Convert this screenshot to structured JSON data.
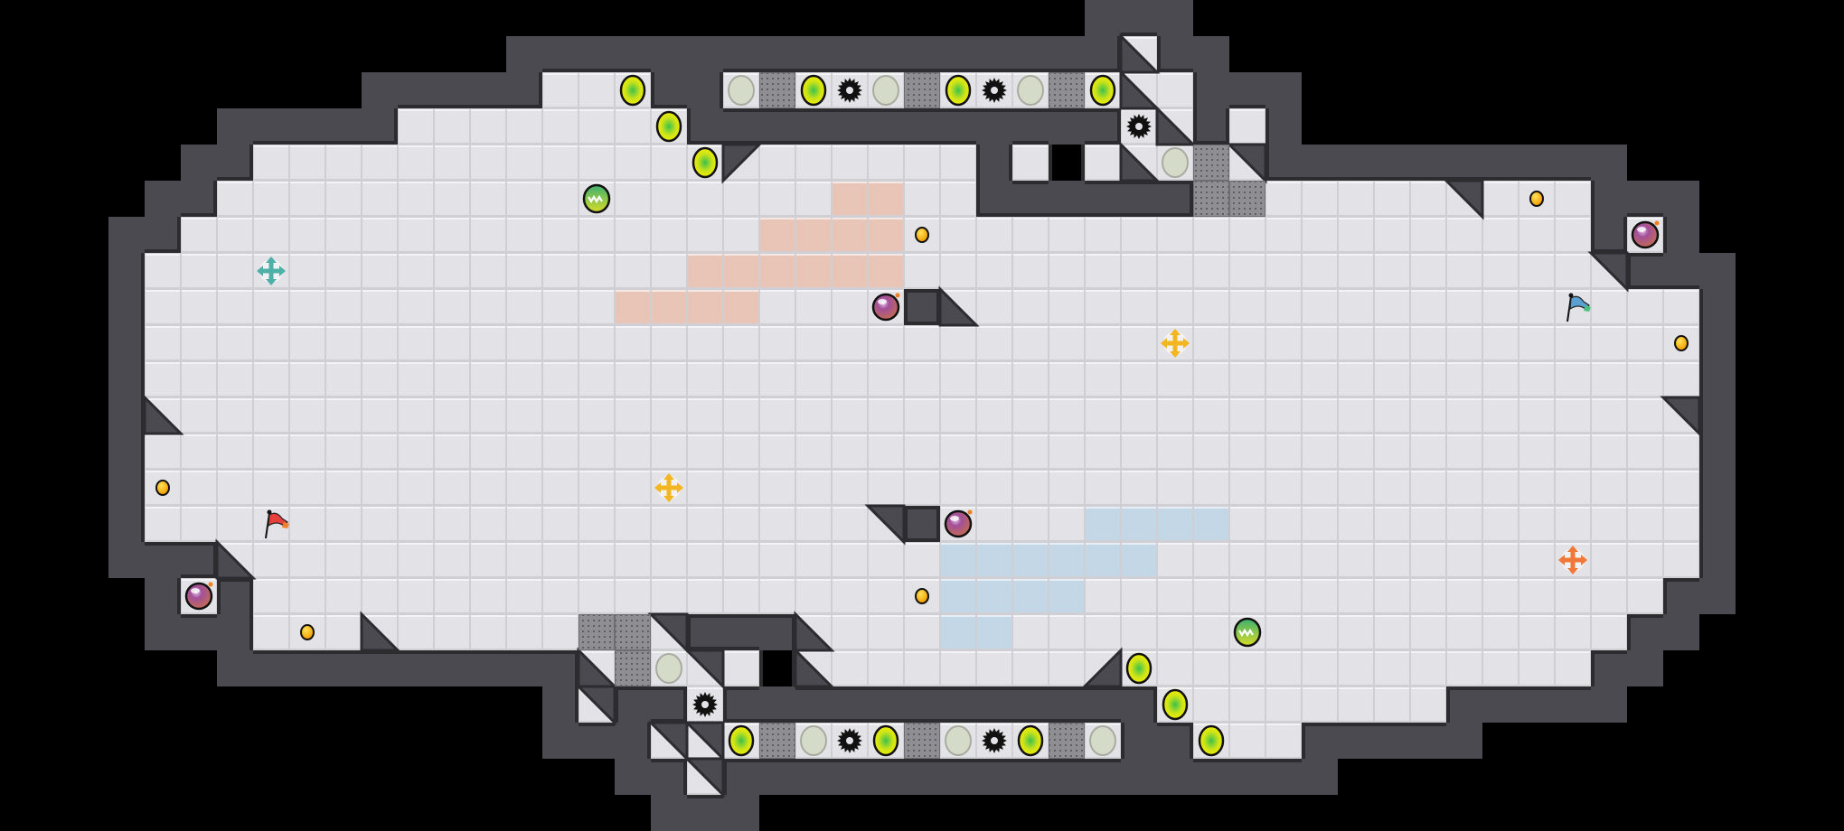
{
  "game": {
    "view": "level-map",
    "colors": {
      "background": "#000000",
      "floor": "#e3e3e7",
      "floor_light": "#f1f1f3",
      "floor_shadow": "#cfcfd5",
      "wall": "#4a4a50",
      "wall_edge": "#2b2b30",
      "zone_red": "#e8c5b6",
      "zone_blue": "#c3d7e6",
      "grate": "#8d8d91",
      "coin": "#f6b400",
      "bomb": "#9a4a8a",
      "button_yellow": "#f2ef00",
      "button_inactive": "#d4dbc8",
      "flag_red": "#e8403a",
      "flag_blue": "#5aa0d0",
      "move_teal": "#4fb0a8",
      "move_yellow": "#f2b622",
      "move_orange": "#f07838"
    },
    "entity_types": [
      {
        "type": "button-active",
        "icon": "yellow-button-icon"
      },
      {
        "type": "button-inactive",
        "icon": "inactive-button-icon"
      },
      {
        "type": "grate",
        "icon": "grate-tile-icon"
      },
      {
        "type": "gear",
        "icon": "gear-spike-icon"
      },
      {
        "type": "coin",
        "icon": "coin-icon"
      },
      {
        "type": "bomb",
        "icon": "bomb-icon"
      },
      {
        "type": "ball",
        "icon": "green-ball-icon"
      },
      {
        "type": "move",
        "icon": "move-arrows-icon"
      },
      {
        "type": "flag",
        "icon": "flag-icon"
      }
    ]
  }
}
